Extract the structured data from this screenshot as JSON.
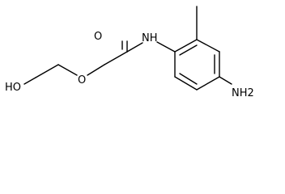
{
  "molecule": {
    "atoms": {
      "amide_oxygen": "O",
      "amide_nitrogen": "NH",
      "ether_oxygen": "O",
      "hydroxyl": "HO",
      "amine": "NH2"
    },
    "colors": {
      "bond": "#000000",
      "label": "#000000",
      "background": "#ffffff"
    }
  }
}
